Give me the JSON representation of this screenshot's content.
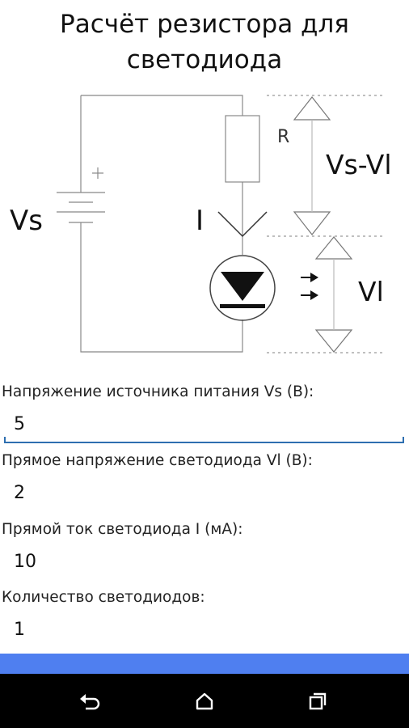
{
  "title_line1": "Расчёт резистора для",
  "title_line2": "светодиода",
  "diagram": {
    "vs": "Vs",
    "i": "I",
    "r": "R",
    "vs_vl": "Vs-Vl",
    "vl": "Vl",
    "plus": "+"
  },
  "fields": [
    {
      "label": "Напряжение источника питания Vs (В):",
      "value": "5"
    },
    {
      "label": "Прямое напряжение светодиода Vl (В):",
      "value": "2"
    },
    {
      "label": "Прямой ток светодиода I (мА):",
      "value": "10"
    },
    {
      "label": "Количество светодиодов:",
      "value": "1"
    }
  ],
  "nav": {
    "back": "back-icon",
    "home": "home-icon",
    "recents": "recents-icon"
  },
  "colors": {
    "accent": "#4f7ff0",
    "focus_line": "#2e6fb0",
    "navbar": "#000000"
  }
}
